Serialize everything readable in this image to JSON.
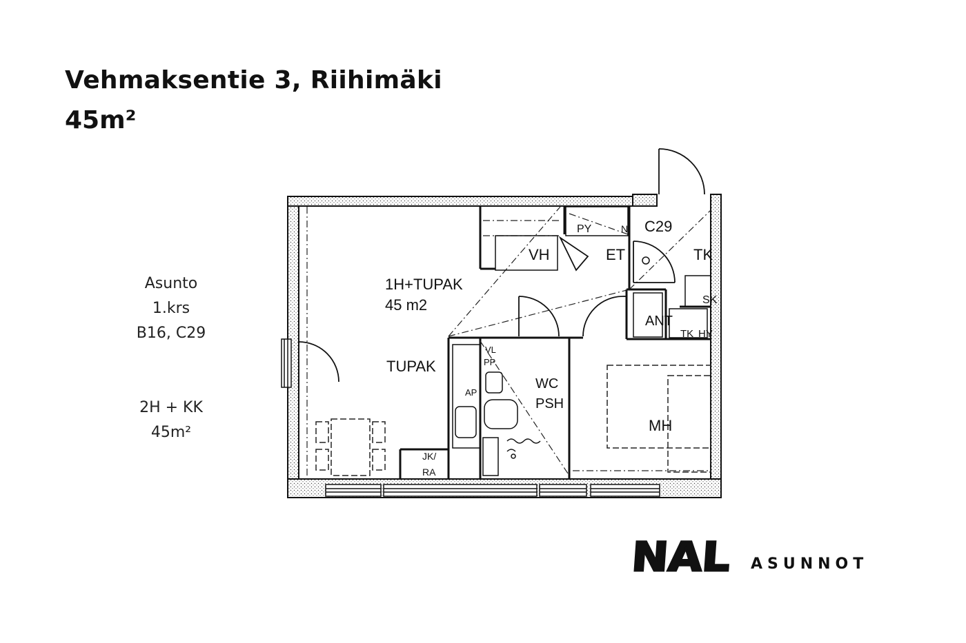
{
  "header": {
    "address": "Vehmaksentie 3, Riihimäki",
    "area": "45m²"
  },
  "info": {
    "type_label": "Asunto",
    "floor": "1.krs",
    "apartments": "B16, C29",
    "layout": "2H + KK",
    "area": "45m²"
  },
  "plan": {
    "unit_label": "1H+TUPAK",
    "unit_area": "45 m2",
    "apartment_code": "C29",
    "rooms": {
      "vh": "VH",
      "et": "ET",
      "tk": "TK",
      "py": "PY",
      "ant": "ANT",
      "sk": "SK",
      "tk2": "TK",
      "hy": "HY",
      "tupak": "TUPAK",
      "wc": "WC",
      "psh": "PSH",
      "mh": "MH",
      "jk": "JK/",
      "ra": "RA",
      "vl": "VL",
      "pp": "PP",
      "ap": "AP",
      "n": "N"
    }
  },
  "brand": {
    "logo_text": "NAL",
    "suffix": "ASUNNOT"
  }
}
